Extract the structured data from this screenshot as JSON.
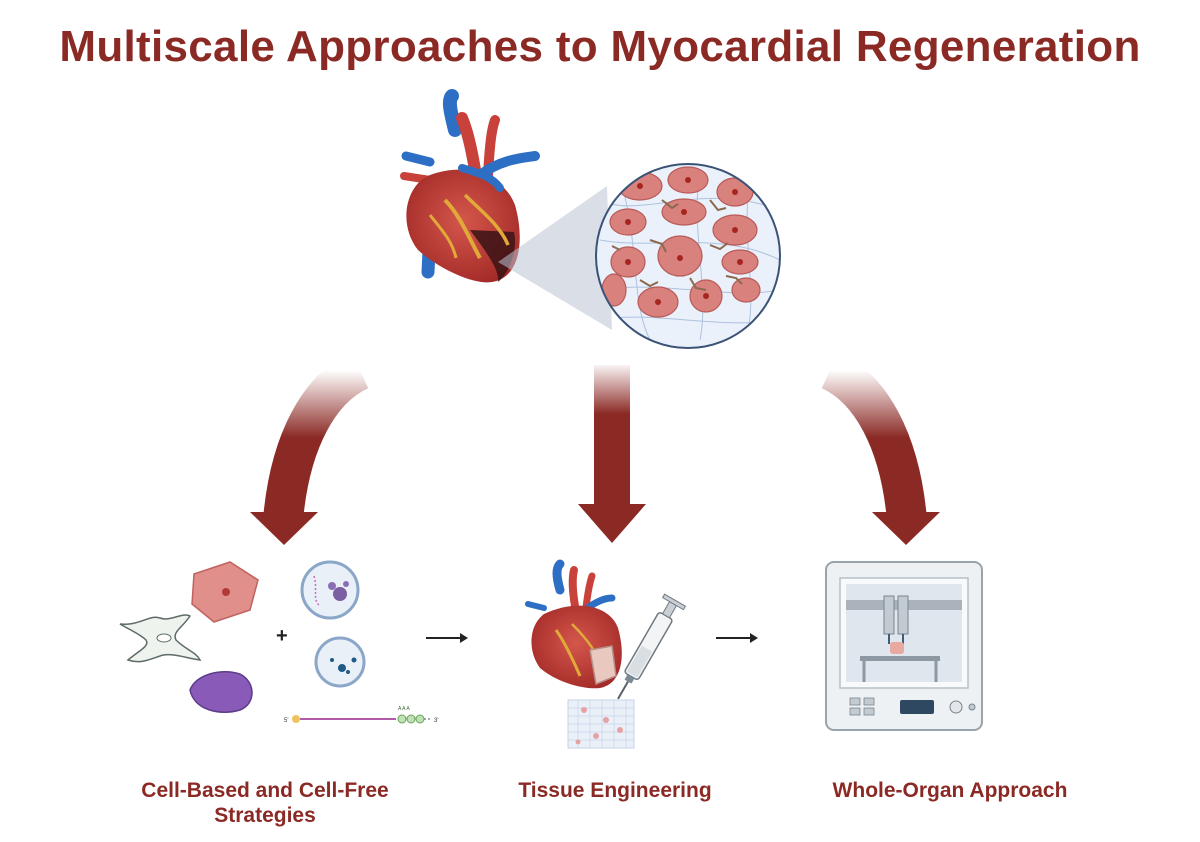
{
  "title": "Multiscale Approaches to Myocardial Regeneration",
  "branches": [
    {
      "label": "Cell-Based and Cell-Free Strategies"
    },
    {
      "label": "Tissue Engineering"
    },
    {
      "label": "Whole-Organ Approach"
    }
  ],
  "plus_sign": "+",
  "rna_strand": {
    "left_end": "5'",
    "right_end": "3'",
    "tail": "A A A"
  },
  "colors": {
    "title": "#8b2a25",
    "arrow": "#8b2a25",
    "heart_red": "#c8413a",
    "vessel_blue": "#2d6fc4",
    "cell_pink": "#d9817d",
    "matrix_blue": "#dfe9f6"
  },
  "icons": [
    "heart-icon",
    "tissue-zoom-icon",
    "cardiomyocyte-icon",
    "fibroblast-icon",
    "stem-cell-icon",
    "extracellular-vesicle-icon",
    "nanoparticle-icon",
    "mrna-icon",
    "syringe-icon",
    "hydrogel-scaffold-icon",
    "bioprinter-icon"
  ]
}
